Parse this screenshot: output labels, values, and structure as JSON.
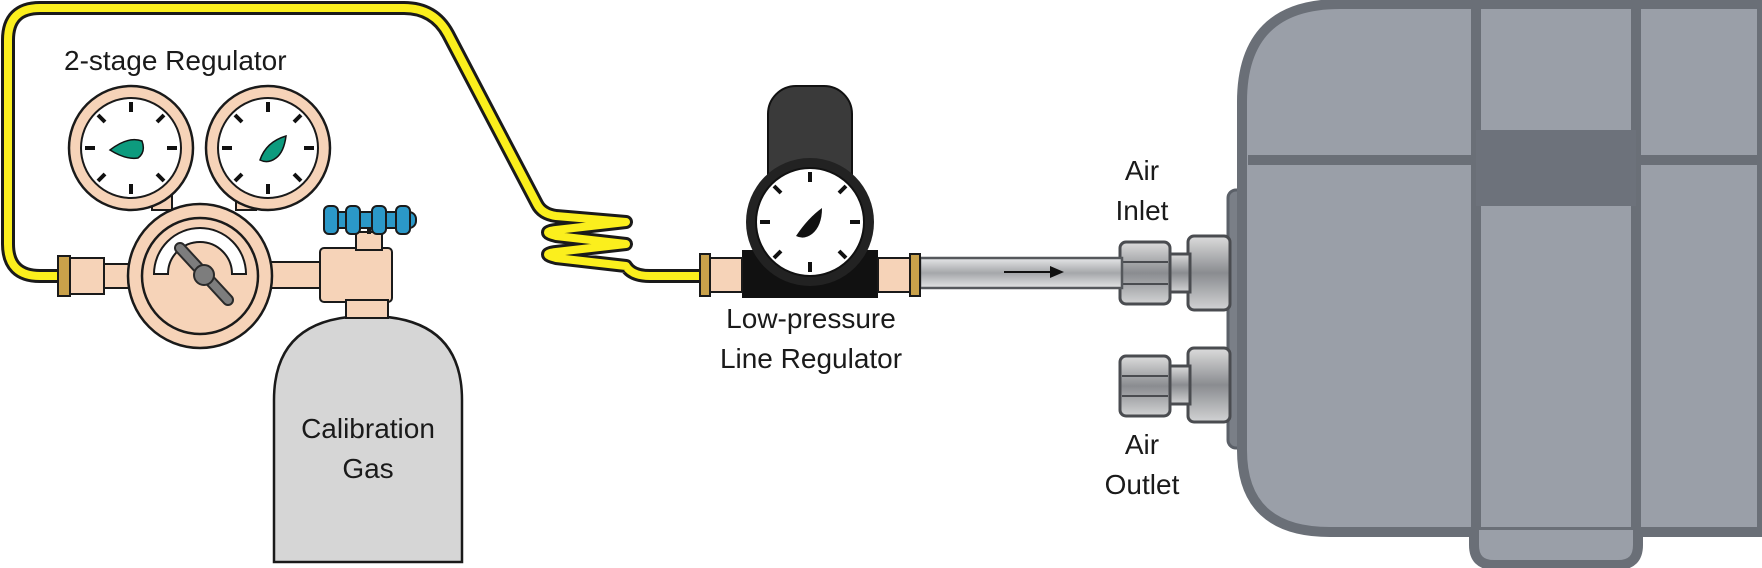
{
  "labels": {
    "regulator_2stage": "2-stage Regulator",
    "cylinder_line1": "Calibration",
    "cylinder_line2": "Gas",
    "lp_regulator_line1": "Low-pressure",
    "lp_regulator_line2": "Line Regulator",
    "air_inlet_line1": "Air",
    "air_inlet_line2": "Inlet",
    "air_outlet_line1": "Air",
    "air_outlet_line2": "Outlet"
  },
  "colors": {
    "tubing_yellow": "#fbef1d",
    "brass_fitting": "#f6d3b8",
    "brass_band": "#c9a14a",
    "gauge_needle": "#0d9b7e",
    "valve_blue": "#2b98c8",
    "cylinder_gray": "#d6d6d6",
    "instrument_gray": "#9a9fa8",
    "instrument_dark": "#6d727b",
    "steel_tube": "#b4b6b9"
  },
  "icons": {
    "flow_direction": "arrow-right-icon"
  }
}
